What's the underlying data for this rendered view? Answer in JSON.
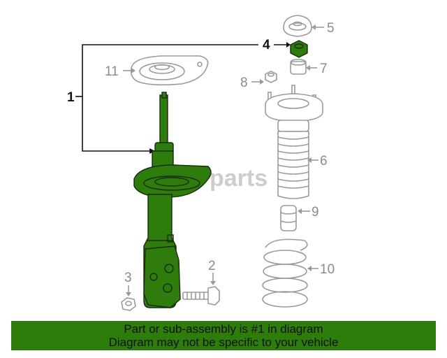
{
  "colors": {
    "highlight": "#2e7d0c",
    "banner": "#2e7d0c",
    "outline": "#9a9a9a",
    "callout_text": "#8a8a8a",
    "watermark": "#bdbdbd"
  },
  "watermark": "parts",
  "callouts": {
    "c1": "1",
    "c2": "2",
    "c3": "3",
    "c4": "4",
    "c5": "5",
    "c6": "6",
    "c7": "7",
    "c8": "8",
    "c9": "9",
    "c10": "10",
    "c11": "11"
  },
  "banner": {
    "line1": "Part or sub-assembly is #1 in diagram",
    "line2": "Diagram may not be specific to your vehicle"
  }
}
